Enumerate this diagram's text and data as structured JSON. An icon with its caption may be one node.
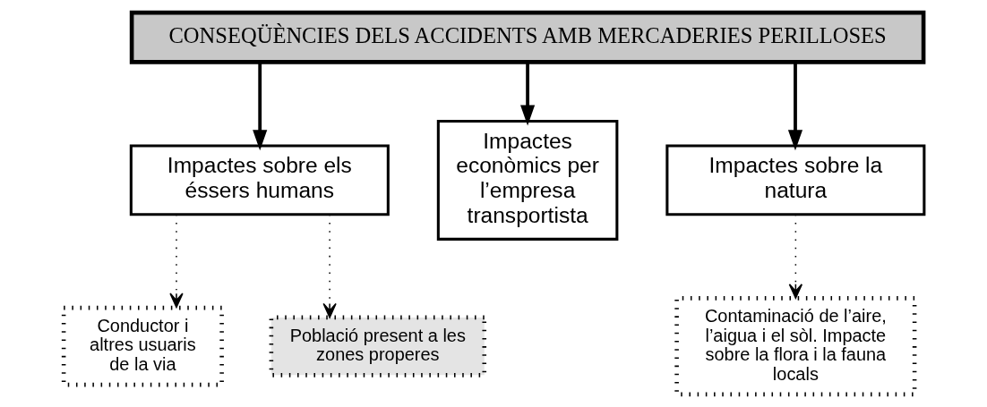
{
  "diagram": {
    "nodes": [
      {
        "text": [
          "CONSEQÜÈNCIES DELS ACCIDENTS AMB MERCADERIES PERILLOSES"
        ]
      },
      {
        "text": [
          "Impactes sobre els éssers humans"
        ]
      },
      {
        "text": [
          "Impactes econòmics per l’empresa transportista"
        ]
      },
      {
        "text": [
          "Impactes sobre la natura"
        ]
      },
      {
        "text": [
          "Conductor i altres usuaris de la via"
        ]
      },
      {
        "text": [
          "Població present a les zones properes"
        ]
      },
      {
        "text": [
          "Contaminació de l’aire, l’aigua i el sòl. Impacte sobre la flora i la fauna locals"
        ]
      }
    ],
    "edges": [
      {
        "from": 0,
        "to": 1,
        "arrow": "to",
        "style": "thick"
      },
      {
        "from": 0,
        "to": 2,
        "arrow": "to",
        "style": "thick"
      },
      {
        "from": 0,
        "to": 3,
        "arrow": "to",
        "style": "thick"
      },
      {
        "from": 1,
        "to": 4,
        "arrow": "to",
        "style": "dashed"
      },
      {
        "from": 1,
        "to": 5,
        "arrow": "to",
        "style": "dashed"
      },
      {
        "from": 3,
        "to": 6,
        "arrow": "to",
        "style": "dashed"
      }
    ]
  }
}
